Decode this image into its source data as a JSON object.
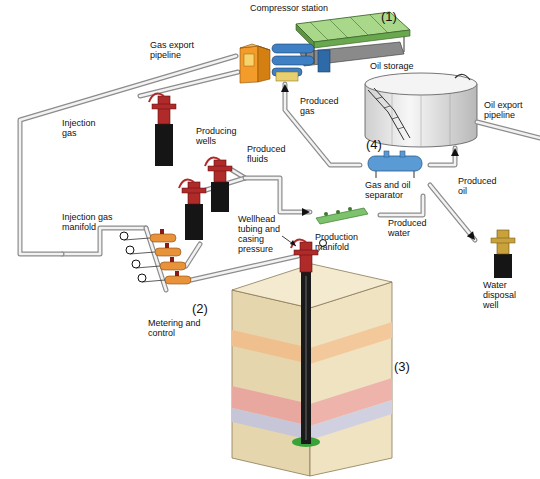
{
  "diagram": {
    "nodes": [
      {
        "text": [
          "Compressor station"
        ]
      },
      {
        "text": [
          "Oil storage"
        ]
      },
      {
        "text": [
          "Producing wells"
        ]
      },
      {
        "text": [
          "Gas and oil separator"
        ]
      },
      {
        "text": [
          "Injection gas manifold"
        ]
      },
      {
        "text": [
          "Production manifold"
        ]
      },
      {
        "text": [
          "Water disposal well"
        ]
      }
    ],
    "edges": [
      {
        "from": 2,
        "to": 5,
        "label": "Produced fluids",
        "arrow": "to"
      },
      {
        "from": 5,
        "to": 3,
        "arrow": "none"
      },
      {
        "from": 3,
        "to": 0,
        "label": "Produced gas",
        "arrow": "to"
      },
      {
        "from": 3,
        "to": 1,
        "label": "Produced oil",
        "arrow": "to"
      },
      {
        "from": 3,
        "to": 6,
        "label": "Produced water",
        "arrow": "to"
      },
      {
        "from": 0,
        "to": 4,
        "label": "Injection gas",
        "arrow": "none"
      }
    ],
    "labels": [
      "(1)",
      "Gas export pipeline",
      "Oil export pipeline",
      "(4)",
      "Wellhead tubing and casing pressure",
      "(2)",
      "Metering and control",
      "(3)"
    ]
  }
}
